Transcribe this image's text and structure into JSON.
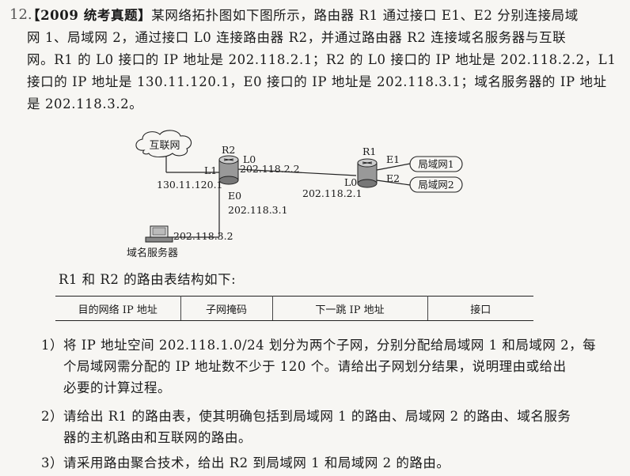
{
  "question": {
    "number": "12.",
    "tag": "【2009 统考真题】",
    "lines": [
      "某网络拓扑图如下图所示，路由器 R1 通过接口 E1、E2 分别连接局域",
      "网 1、局域网 2，通过接口 L0 连接路由器 R2，并通过路由器 R2 连接域名服务器与互联",
      "网。R1 的 L0 接口的 IP 地址是 202.118.2.1；R2 的 L0 接口的 IP 地址是 202.118.2.2，L1",
      "接口的 IP 地址是 130.11.120.1，E0 接口的 IP 地址是 202.118.3.1；域名服务器的 IP 地址",
      "是 202.118.3.2。"
    ]
  },
  "diagram": {
    "internet": "互联网",
    "r2_name": "R2",
    "r1_name": "R1",
    "r2_l0": "L0",
    "r2_l0_ip": "202.118.2.2",
    "r2_l1": "L1",
    "r2_l1_ip": "130.11.120.1",
    "r2_e0": "E0",
    "r2_e0_ip": "202.118.3.1",
    "r1_l0": "L0",
    "r1_l0_ip": "202.118.2.1",
    "r1_e1": "E1",
    "r1_e2": "E2",
    "lan1": "局域网1",
    "lan2": "局域网2",
    "dns_ip": "202.118.3.2",
    "dns_name": "域名服务器"
  },
  "routing_table": {
    "title": "R1 和 R2 的路由表结构如下:",
    "headers": [
      "目的网络 IP 地址",
      "子网掩码",
      "下一跳 IP 地址",
      "接口"
    ]
  },
  "subquestions": [
    {
      "lines": [
        "1）将 IP 地址空间 202.118.1.0/24 划分为两个子网，分别分配给局域网 1 和局域网 2，每",
        "个局域网需分配的 IP 地址数不少于 120 个。请给出子网划分结果，说明理由或给出",
        "必要的计算过程。"
      ]
    },
    {
      "lines": [
        "2）请给出 R1 的路由表，使其明确包括到局域网 1 的路由、局域网 2 的路由、域名服务",
        "器的主机路由和互联网的路由。"
      ]
    },
    {
      "lines": [
        "3）请采用路由聚合技术，给出 R2 到局域网 1 和局域网 2 的路由。"
      ]
    }
  ]
}
